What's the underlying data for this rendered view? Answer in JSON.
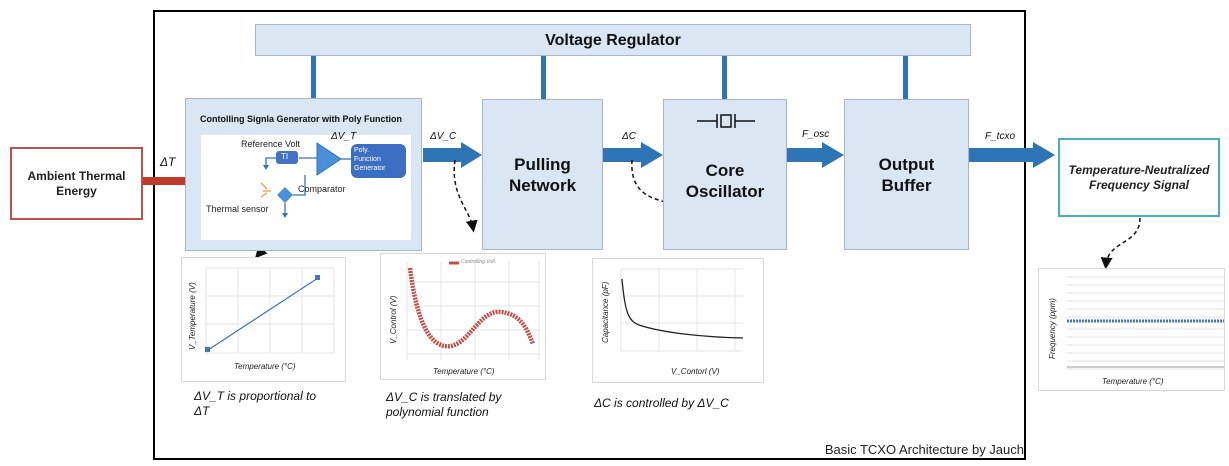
{
  "blocks": {
    "voltage_regulator": "Voltage Regulator",
    "signal_generator_title": "Contolling Signla Generator with Poly Function",
    "pulling_network": "Pulling\nNetwork",
    "core_oscillator": "Core\nOscillator",
    "output_buffer": "Output\nBuffer"
  },
  "inputs": {
    "ambient": "Ambient Thermal\nEnergy",
    "neutralized": "Temperature-Neutralized\nFrequency Signal"
  },
  "signals": {
    "delta_t": "ΔT",
    "delta_vt": "ΔV_T",
    "delta_vc": "ΔV_C",
    "delta_c": "ΔC",
    "f_osc": "F_osc",
    "f_tcxo": "F_tcxo"
  },
  "inner_circuit": {
    "reference_volt": "Reference Volt",
    "ti": "TI",
    "comparator": "Comparator",
    "thermal_sensor": "Thermal sensor",
    "poly_gen": "Poly.\nFunction\nGenerator"
  },
  "charts": {
    "chart1": {
      "ylabel": "V_Temperature (V)",
      "xlabel": "Temperature (°C)"
    },
    "chart2": {
      "ylabel": "V_Control (V)",
      "xlabel": "Temperature (°C)",
      "legend": "Controlling Volt."
    },
    "chart3": {
      "ylabel": "Capacitance (pF)",
      "xlabel": "V_Contorl (V)"
    },
    "chart4": {
      "ylabel": "Frequency (ppm)",
      "xlabel": "Temperature (°C)"
    }
  },
  "captions": {
    "c1": "ΔV_T is proportional to\nΔT",
    "c2": "ΔV_C is translated by\npolynomial function",
    "c3": "ΔC is controlled by ΔV_C"
  },
  "footer": "Basic TCXO Architecture by Jauch",
  "colors": {
    "block_fill": "#dae6f2",
    "arrow_blue": "#2e75b6",
    "arrow_red": "#c0392b",
    "curve_red": "#c0504d",
    "line_blue": "#4472c4",
    "box_teal": "#4bacc6"
  }
}
